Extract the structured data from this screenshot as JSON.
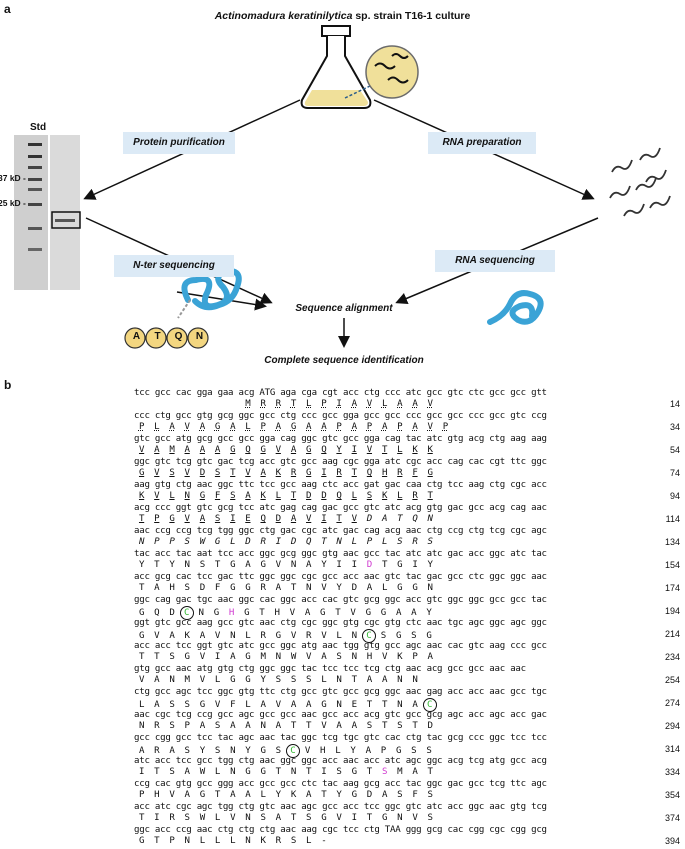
{
  "panel_a": {
    "letter": "a",
    "title_species": "Actinomadura keratinilytica",
    "title_rest": " sp. strain T16-1 culture",
    "boxes": {
      "protein_purification": "Protein purification",
      "rna_preparation": "RNA preparation",
      "nter_sequencing": "N-ter sequencing",
      "rna_sequencing": "RNA sequencing"
    },
    "sequence_alignment": "Sequence alignment",
    "complete_identification": "Complete sequence identification",
    "gel": {
      "std": "Std",
      "marker_37": "37 kD -",
      "marker_25": "25 kD -"
    },
    "nter_letters": [
      "A",
      "T",
      "Q",
      "N"
    ],
    "colors": {
      "box": "#dceaf6",
      "protein": "#3aa3d6",
      "nter_bead": "#f3d680",
      "medium": "#f0e09a"
    }
  },
  "panel_b": {
    "letter": "b",
    "rows": [
      {
        "nt": "tcc gcc cac gga gaa acg ATG aga cga cgt acc ctg ccc atc gcc gtc ctc gcc gcc gtt",
        "aa": [
          " ",
          " ",
          " ",
          " ",
          " ",
          " ",
          " ",
          "M",
          "R",
          "R",
          "T",
          "L",
          "P",
          "I",
          "A",
          "V",
          "L",
          "A",
          "A",
          "V"
        ],
        "num": "14",
        "style": "dot"
      },
      {
        "nt": "ccc ctg gcc gtg gcg ggc gcc ctg ccc gcc gga gcc gcc ccc gcc gcc ccc gcc gtc ccg",
        "aa": [
          "P",
          "L",
          "A",
          "V",
          "A",
          "G",
          "A",
          "L",
          "P",
          "A",
          "G",
          "A",
          "A",
          "P",
          "A",
          "P",
          "A",
          "P",
          "A",
          "V",
          "P"
        ],
        "num": "34",
        "style": "dot"
      },
      {
        "nt": "gtc gcc atg gcg gcc gcc gga cag ggc gtc gcc gga cag tac atc gtg acg ctg aag aag",
        "aa": [
          "V",
          "A",
          "M",
          "A",
          "A",
          "A",
          "G",
          "Q",
          "G",
          "V",
          "A",
          "G",
          "Q",
          "Y",
          "I",
          "V",
          "T",
          "L",
          "K",
          "K"
        ],
        "num": "54",
        "style": "solid"
      },
      {
        "nt": "ggc gtc tcg gtc gac tcg acc gtc gcc aag cgc gga atc cgc acc cag cac cgt ttc ggc",
        "aa": [
          "G",
          "V",
          "S",
          "V",
          "D",
          "S",
          "T",
          "V",
          "A",
          "K",
          "R",
          "G",
          "I",
          "R",
          "T",
          "Q",
          "H",
          "R",
          "F",
          "G"
        ],
        "num": "74",
        "style": "solid"
      },
      {
        "nt": "aag gtg ctg aac ggc ttc tcc gcc aag ctc acc gat gac caa ctg tcc aag ctg cgc acc",
        "aa": [
          "K",
          "V",
          "L",
          "N",
          "G",
          "F",
          "S",
          "A",
          "K",
          "L",
          "T",
          "D",
          "D",
          "Q",
          "L",
          "S",
          "K",
          "L",
          "R",
          "T"
        ],
        "num": "94",
        "style": "solid"
      },
      {
        "nt": "acg ccc ggt gtc gcg tcc atc gag cag gac gcc gtc atc acg gtg gac gcc acg cag aac",
        "aa": [
          "T",
          "P",
          "G",
          "V",
          "A",
          "S",
          "I",
          "E",
          "Q",
          "D",
          "A",
          "V",
          "I",
          "T",
          "V",
          "D",
          "A",
          "T",
          "Q",
          "N"
        ],
        "num": "114",
        "style": "solid"
      },
      {
        "nt": "aac ccg ccg tcg tgg ggc ctg gac cgc atc gac cag acg aac ctg ccg ctg tcg cgc agc",
        "aa": [
          "N",
          "P",
          "P",
          "S",
          "W",
          "G",
          "L",
          "D",
          "R",
          "I",
          "D",
          "Q",
          "T",
          "N",
          "L",
          "P",
          "L",
          "S",
          "R",
          "S"
        ],
        "num": "134",
        "style": "italic"
      },
      {
        "nt": "tac acc tac aat tcc acc ggc gcg ggc gtg aac gcc tac atc atc gac acc ggc atc tac",
        "aa": [
          "Y",
          "T",
          "Y",
          "N",
          "S",
          "T",
          "G",
          "A",
          "G",
          "V",
          "N",
          "A",
          "Y",
          "I",
          "I",
          "D",
          "T",
          "G",
          "I",
          "Y"
        ],
        "num": "154",
        "style": "none"
      },
      {
        "nt": "acc gcg cac tcc gac ttc ggc ggc cgc gcc acc aac gtc tac gac gcc ctc ggc ggc aac",
        "aa": [
          "T",
          "A",
          "H",
          "S",
          "D",
          "F",
          "G",
          "G",
          "R",
          "A",
          "T",
          "N",
          "V",
          "Y",
          "D",
          "A",
          "L",
          "G",
          "G",
          "N"
        ],
        "num": "174",
        "style": "none"
      },
      {
        "nt": "ggc cag gac tgc aac ggc cac ggc acc cac gtc gcg ggc acc gtc ggc ggc gcc gcc tac",
        "aa": [
          "G",
          "Q",
          "D",
          "C",
          "N",
          "G",
          "H",
          "G",
          "T",
          "H",
          "V",
          "A",
          "G",
          "T",
          "V",
          "G",
          "G",
          "A",
          "A",
          "Y"
        ],
        "num": "194",
        "style": "none"
      },
      {
        "nt": "ggt gtc gcc aag gcc gtc aac ctg cgc ggc gtg cgc gtg ctc aac tgc agc ggc agc ggc",
        "aa": [
          "G",
          "V",
          "A",
          "K",
          "A",
          "V",
          "N",
          "L",
          "R",
          "G",
          "V",
          "R",
          "V",
          "L",
          "N",
          "C",
          "S",
          "G",
          "S",
          "G"
        ],
        "num": "214",
        "style": "none"
      },
      {
        "nt": "acc acc tcc ggt gtc atc gcc ggc atg aac tgg gtg gcc agc aac cac gtc aag ccc gcc",
        "aa": [
          "T",
          "T",
          "S",
          "G",
          "V",
          "I",
          "A",
          "G",
          "M",
          "N",
          "W",
          "V",
          "A",
          "S",
          "N",
          "H",
          "V",
          "K",
          "P",
          "A"
        ],
        "num": "234",
        "style": "none"
      },
      {
        "nt": "gtg gcc aac atg gtg ctg ggc ggc tac tcc tcc tcg ctg aac acg gcc gcc aac aac",
        "aa": [
          "V",
          "A",
          "N",
          "M",
          "V",
          "L",
          "G",
          "G",
          "Y",
          "S",
          "S",
          "S",
          "L",
          "N",
          "T",
          "A",
          "A",
          "N",
          "N"
        ],
        "num": "254",
        "style": "none"
      },
      {
        "nt": "ctg gcc agc tcc ggc gtg ttc ctg gcc gtc gcc gcg ggc aac gag acc acc aac gcc tgc",
        "aa": [
          "L",
          "A",
          "S",
          "S",
          "G",
          "V",
          "F",
          "L",
          "A",
          "V",
          "A",
          "A",
          "G",
          "N",
          "E",
          "T",
          "T",
          "N",
          "A",
          "C"
        ],
        "num": "274",
        "style": "none"
      },
      {
        "nt": "aac cgc tcg ccg gcc agc gcc gcc aac gcc acc acg gtc gcc gcg agc acc agc acc gac",
        "aa": [
          "N",
          "R",
          "S",
          "P",
          "A",
          "S",
          "A",
          "A",
          "N",
          "A",
          "T",
          "T",
          "V",
          "A",
          "A",
          "S",
          "T",
          "S",
          "T",
          "D"
        ],
        "num": "294",
        "style": "none"
      },
      {
        "nt": "gcc cgg gcc tcc tac agc aac tac ggc tcg tgc gtc cac ctg tac gcg ccc ggc tcc tcc",
        "aa": [
          "A",
          "R",
          "A",
          "S",
          "Y",
          "S",
          "N",
          "Y",
          "G",
          "S",
          "C",
          "V",
          "H",
          "L",
          "Y",
          "A",
          "P",
          "G",
          "S",
          "S"
        ],
        "num": "314",
        "style": "none"
      },
      {
        "nt": "atc acc tcc gcc tgg ctg aac ggc ggc acc aac acc atc agc ggc acg tcg atg gcc acg",
        "aa": [
          "I",
          "T",
          "S",
          "A",
          "W",
          "L",
          "N",
          "G",
          "G",
          "T",
          "N",
          "T",
          "I",
          "S",
          "G",
          "T",
          "S",
          "M",
          "A",
          "T"
        ],
        "num": "334",
        "style": "none"
      },
      {
        "nt": "ccg cac gtg gcc ggg acc gcc gcc ctc tac aag gcg acc tac ggc gac gcc tcg ttc agc",
        "aa": [
          "P",
          "H",
          "V",
          "A",
          "G",
          "T",
          "A",
          "A",
          "L",
          "Y",
          "K",
          "A",
          "T",
          "Y",
          "G",
          "D",
          "A",
          "S",
          "F",
          "S"
        ],
        "num": "354",
        "style": "none"
      },
      {
        "nt": "acc atc cgc agc tgg ctg gtc aac agc gcc acc tcc ggc gtc atc acc ggc aac gtg tcg",
        "aa": [
          "T",
          "I",
          "R",
          "S",
          "W",
          "L",
          "V",
          "N",
          "S",
          "A",
          "T",
          "S",
          "G",
          "V",
          "I",
          "T",
          "G",
          "N",
          "V",
          "S"
        ],
        "num": "374",
        "style": "none"
      },
      {
        "nt": "ggc acc ccg aac ctg ctg ctg aac aag cgc tcc ctg TAA ggg gcg cac cgg cgc cgg gcg",
        "aa": [
          "G",
          "T",
          "P",
          "N",
          "L",
          "L",
          "L",
          "N",
          "K",
          "R",
          "S",
          "L",
          "-"
        ],
        "num": "394",
        "style": "none"
      }
    ],
    "highlights": [
      {
        "row": 7,
        "col": 15,
        "color": "magenta"
      },
      {
        "row": 9,
        "col": 3,
        "color": "green",
        "circle": "1"
      },
      {
        "row": 9,
        "col": 6,
        "color": "magenta"
      },
      {
        "row": 10,
        "col": 15,
        "color": "green",
        "circle": "1"
      },
      {
        "row": 13,
        "col": 19,
        "color": "green",
        "circle": "2"
      },
      {
        "row": 15,
        "col": 10,
        "color": "green",
        "circle": "2"
      },
      {
        "row": 16,
        "col": 16,
        "color": "magenta"
      }
    ]
  }
}
